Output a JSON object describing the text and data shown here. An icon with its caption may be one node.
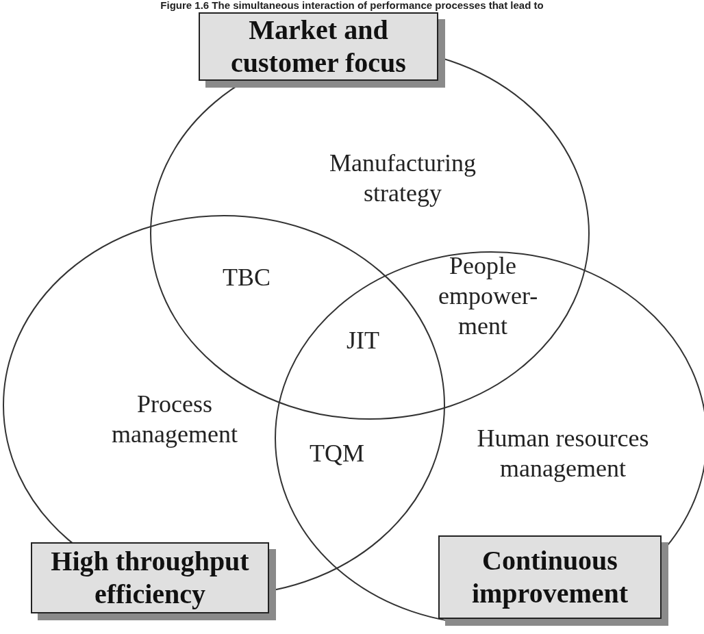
{
  "diagram": {
    "title": "Figure 1.6 The simultaneous interaction of performance processes that lead to",
    "nodes": [
      {
        "text": [
          "Market and customer focus"
        ]
      },
      {
        "text": [
          "High throughput efficiency"
        ]
      },
      {
        "text": [
          "Continuous improvement"
        ]
      }
    ],
    "labels": [
      "Manufacturing strategy",
      "TBC",
      "People empower- ment",
      "JIT",
      "Process management",
      "TQM",
      "Human resources management"
    ]
  }
}
